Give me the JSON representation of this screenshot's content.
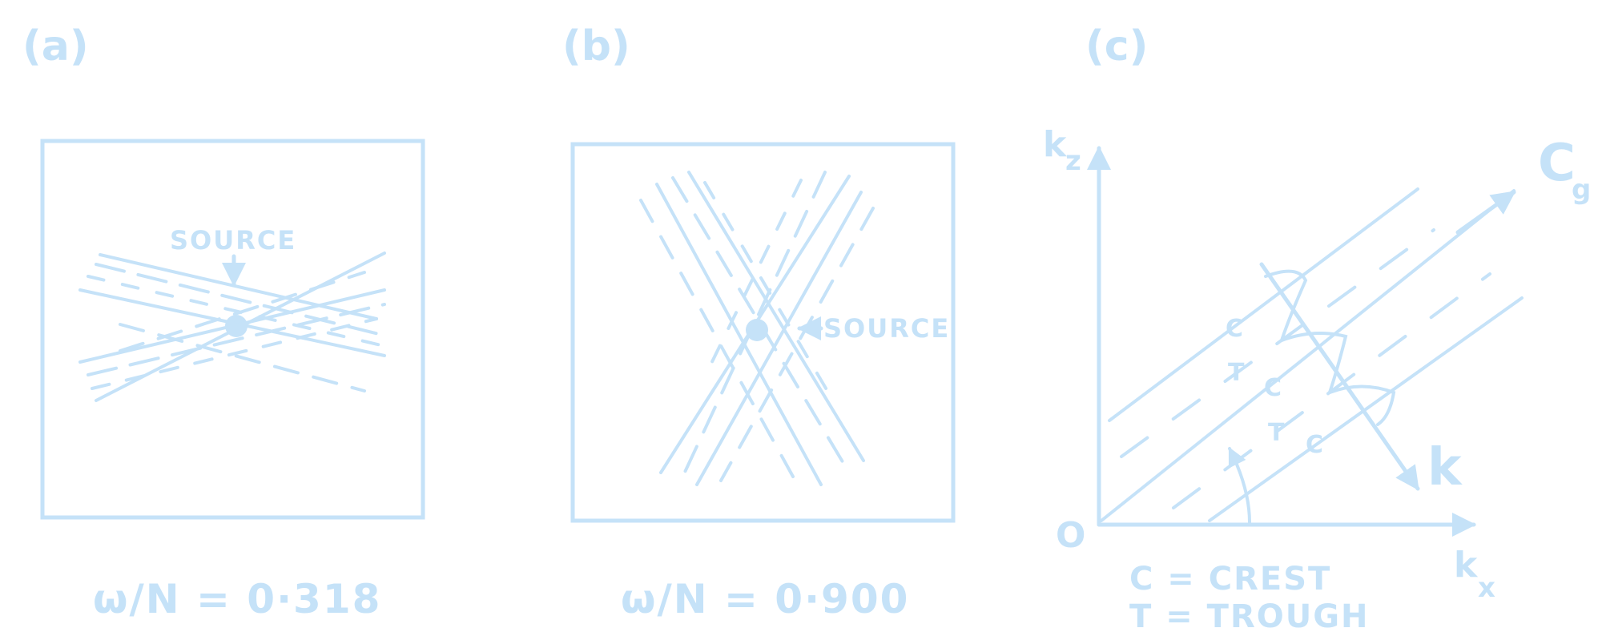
{
  "colors": {
    "ink": "#c5e2f8"
  },
  "panels": [
    {
      "letter": "(a)",
      "source_label": "SOURCE",
      "ratio_label": "ω/N = 0·318"
    },
    {
      "letter": "(b)",
      "source_label": "SOURCE",
      "ratio_label": "ω/N = 0·900"
    },
    {
      "letter": "(c)",
      "axis_kz_main": "k",
      "axis_kz_sub": "z",
      "axis_kx_main": "k",
      "axis_kx_sub": "x",
      "origin": "O",
      "cg_main": "C",
      "cg_sub": "g",
      "k_vector": "k",
      "crest_mark": "C",
      "trough_mark": "T",
      "legend_crest": "C = CREST",
      "legend_trough": "T = TROUGH"
    }
  ]
}
